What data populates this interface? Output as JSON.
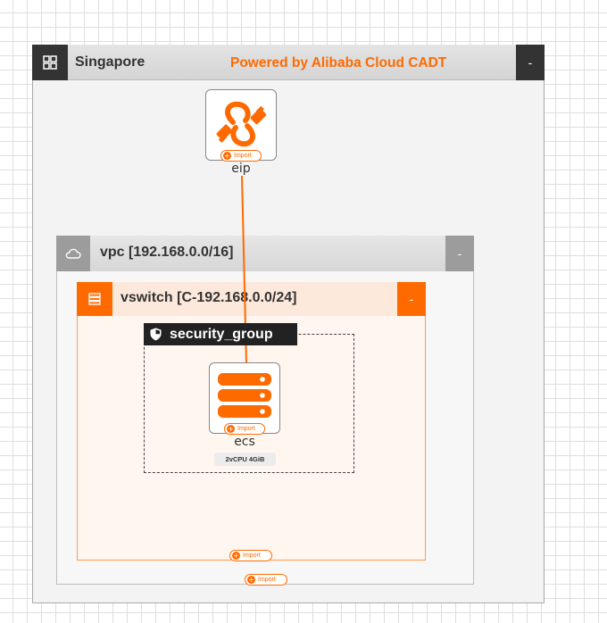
{
  "region": {
    "title": "Singapore",
    "powered_by": "Powered by Alibaba Cloud CADT",
    "collapse_label": "-",
    "import_label": "Import"
  },
  "eip": {
    "label": "eip",
    "icon": "eip-cable-icon",
    "import_label": "Import"
  },
  "vpc": {
    "title": "vpc [192.168.0.0/16]",
    "icon": "cloud-icon",
    "collapse_label": "-"
  },
  "vswitch": {
    "title": "vswitch [C-192.168.0.0/24]",
    "icon": "vswitch-list-icon",
    "collapse_label": "-",
    "import_label": "Import"
  },
  "security_group": {
    "title": "security_group",
    "icon": "shield-icon"
  },
  "ecs": {
    "label": "ecs",
    "icon": "server-stack-icon",
    "spec": "2vCPU  4GiB",
    "import_label": "Import"
  },
  "colors": {
    "accent": "#ff6a00",
    "dark": "#333333",
    "vpc_gray": "#9c9c9c"
  }
}
